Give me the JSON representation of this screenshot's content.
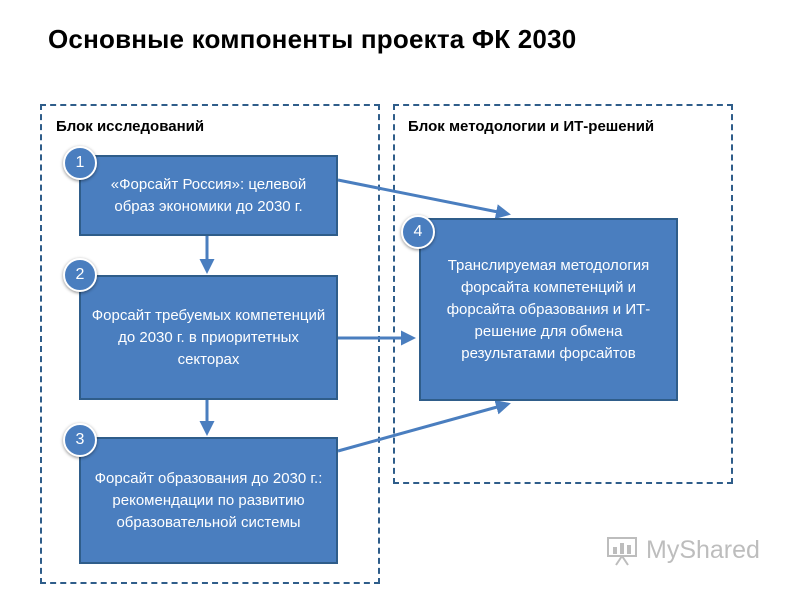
{
  "title": "Основные компоненты проекта ФК 2030",
  "panels": {
    "left_label": "Блок исследований",
    "right_label": "Блок методологии и ИТ-решений"
  },
  "boxes": [
    {
      "number": "1",
      "text": "«Форсайт Россия»: целевой образ экономики до 2030 г."
    },
    {
      "number": "2",
      "text": "Форсайт требуемых компетенций до 2030 г. в приоритетных секторах"
    },
    {
      "number": "3",
      "text": "Форсайт образования до 2030 г.: рекомендации по развитию образовательной системы"
    },
    {
      "number": "4",
      "text": "Транслируемая методология форсайта компетенций  и форсайта образования и ИТ-решение для обмена результатами форсайтов"
    }
  ],
  "watermark": {
    "text": "MyShared",
    "icon": "myshared-logo-icon"
  },
  "colors": {
    "box_fill": "#4a7ebf",
    "box_border": "#2f5d8a",
    "arrow": "#4a7ebf",
    "dashed_border": "#2f5d8a"
  }
}
